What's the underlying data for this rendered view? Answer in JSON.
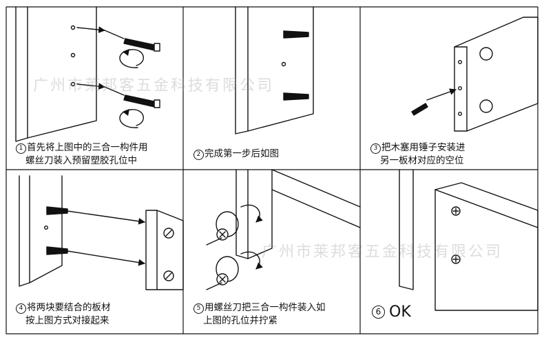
{
  "watermark": "广州市莱邦客五金科技有限公司",
  "steps": [
    {
      "num": "1",
      "line1": "首先将上图中的三合一构件用",
      "line2": "螺丝刀装入预留塑胶孔位中"
    },
    {
      "num": "2",
      "line1": "完成第一步后如图",
      "line2": ""
    },
    {
      "num": "3",
      "line1": "把木塞用锤子安装进",
      "line2": "另一板材对应的空位"
    },
    {
      "num": "4",
      "line1": "将两块要结合的板材",
      "line2": "按上图方式对接起来"
    },
    {
      "num": "5",
      "line1": "用螺丝刀把三合一构件装入如",
      "line2": "上图的孔位并拧紧"
    },
    {
      "num": "6",
      "line1": "OK",
      "line2": ""
    }
  ],
  "colors": {
    "line": "#111111",
    "panel": "#ffffff"
  }
}
